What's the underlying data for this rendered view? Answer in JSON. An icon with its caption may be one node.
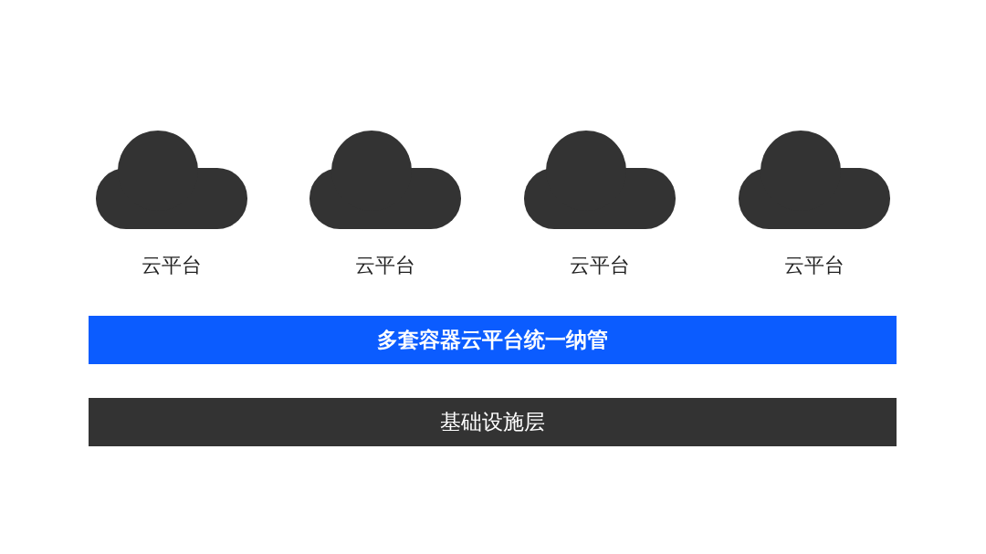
{
  "diagram": {
    "nodes": [
      {
        "text": [
          "云平台"
        ]
      },
      {
        "text": [
          "云平台"
        ]
      },
      {
        "text": [
          "云平台"
        ]
      },
      {
        "text": [
          "云平台"
        ]
      },
      {
        "text": [
          "多套容器云平台统一纳管"
        ]
      },
      {
        "text": [
          "基础设施层"
        ]
      }
    ]
  }
}
